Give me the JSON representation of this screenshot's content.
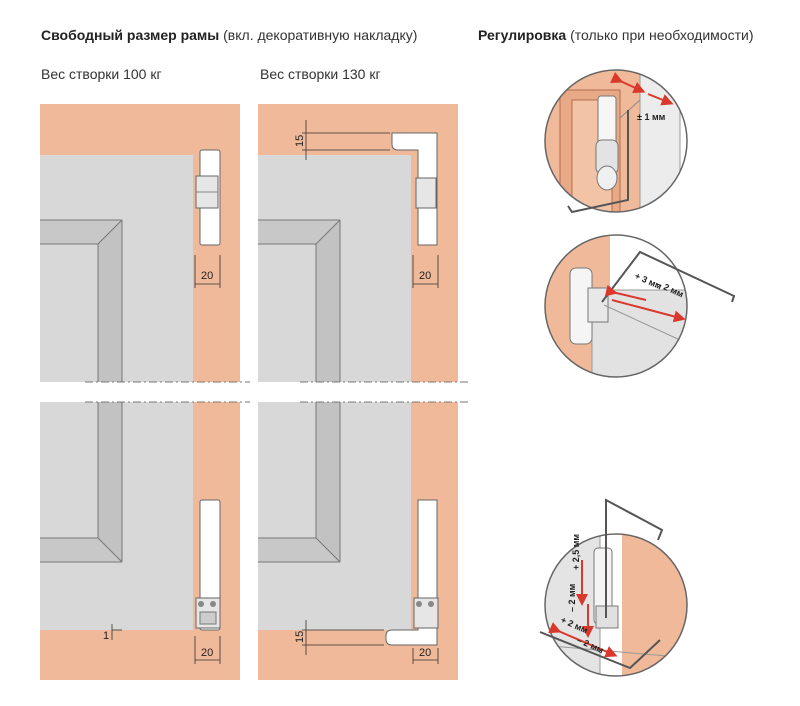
{
  "headers": {
    "left_bold": "Свободный размер рамы",
    "left_rest": " (вкл. декоративную накладку)",
    "right_bold": "Регулировка",
    "right_rest": " (только при необходимости)"
  },
  "panels": [
    {
      "weight_label": "Вес створки 100 кг",
      "top_dim": "20",
      "bottom_dim": "20",
      "gap_dim": "1"
    },
    {
      "weight_label": "Вес створки 130 кг",
      "top_dim": "20",
      "bottom_dim": "20",
      "offset_top": "15",
      "offset_bottom": "15"
    }
  ],
  "adjust": {
    "top_label": "± 1 мм",
    "middle_labels": [
      "+ 3 мм",
      "– 2 мм"
    ],
    "bottom_labels": [
      "+ 2,5 мм",
      "– 2 мм",
      "+ 2 мм",
      "– 2 мм"
    ]
  },
  "colors": {
    "frame": "#f0b999",
    "sash": "#d9d9d9",
    "sash_dark": "#c8c8c8",
    "line": "#555555",
    "arrow": "#d9392c"
  }
}
